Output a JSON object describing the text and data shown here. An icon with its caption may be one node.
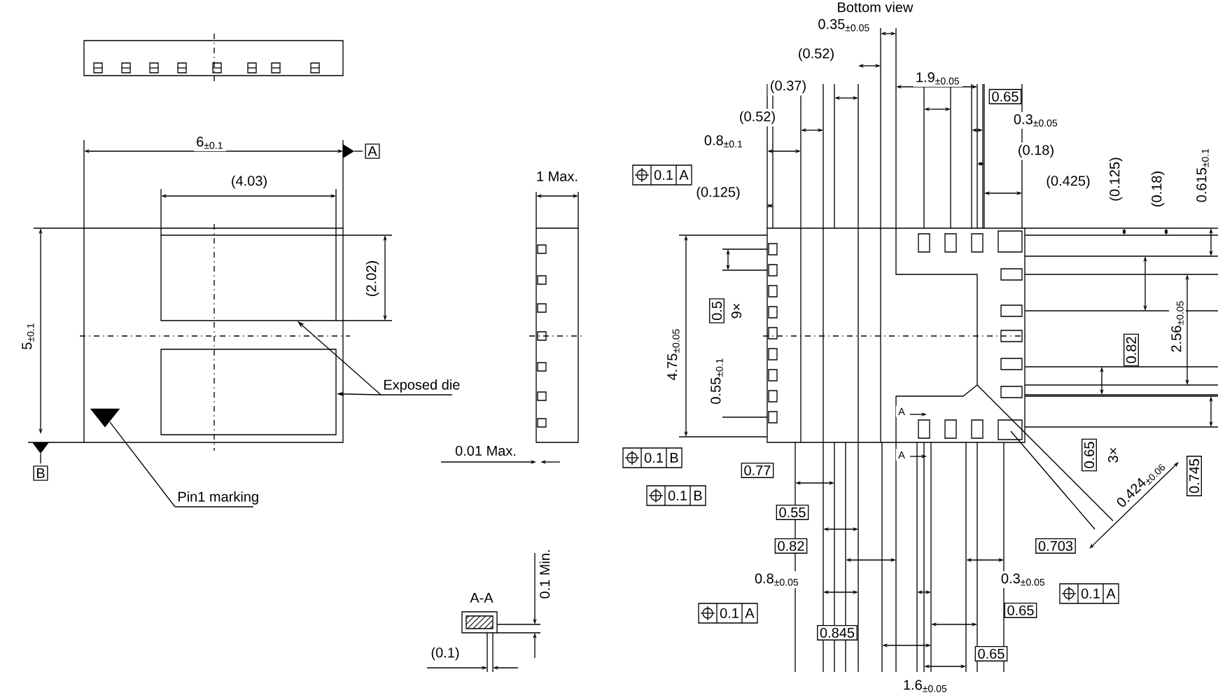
{
  "diagram": {
    "title": "Bottom view",
    "nodes": [
      {
        "text": [
          "Exposed die"
        ]
      },
      {
        "text": [],
        "shape": "box"
      },
      {
        "text": [],
        "shape": "box"
      },
      {
        "text": [
          "Pin1 marking"
        ]
      },
      {
        "text": [],
        "shape": "triangle"
      }
    ],
    "edges": [
      {
        "from": 0,
        "to": 1,
        "arrow": "to"
      },
      {
        "from": 0,
        "to": 2,
        "arrow": "to"
      },
      {
        "from": 3,
        "to": 4,
        "arrow": "none"
      }
    ],
    "labels": [
      "6$_{±0.1}$",
      "A",
      "(4.03)",
      "(2.02)",
      "5$_{±0.1}$",
      "B",
      "1 Max.",
      "0.01 Max.",
      "0.1 Min.",
      "A-A",
      "(0.1)",
      "0.35$_{±0.05}$",
      "(0.52)",
      "(0.37)",
      "1.9$_{±0.05}$",
      "0.65",
      "(0.52)",
      "0.3$_{±0.05}$",
      "0.8$_{±0.1}$",
      "0.1",
      "A",
      "(0.18)",
      "(0.125)",
      "(0.425)",
      "(0.125)",
      "(0.18)",
      "0.615$_{±0.1}$",
      "4.75$_{±0.05}$",
      "0.5",
      "9×",
      "0.55$_{±0.1}$",
      "2.56$_{±0.05}$",
      "0.82",
      "A",
      "A",
      "0.1",
      "B",
      "0.1",
      "B",
      "0.77",
      "0.65",
      "3×",
      "0.424$_{±0.06}$",
      "0.745",
      "0.55",
      "0.82",
      "0.703",
      "0.8$_{±0.05}$",
      "0.3$_{±0.05}$",
      "0.1",
      "A",
      "0.1",
      "A",
      "0.65",
      "0.845",
      "0.65",
      "1.6$_{±0.05}$"
    ]
  }
}
